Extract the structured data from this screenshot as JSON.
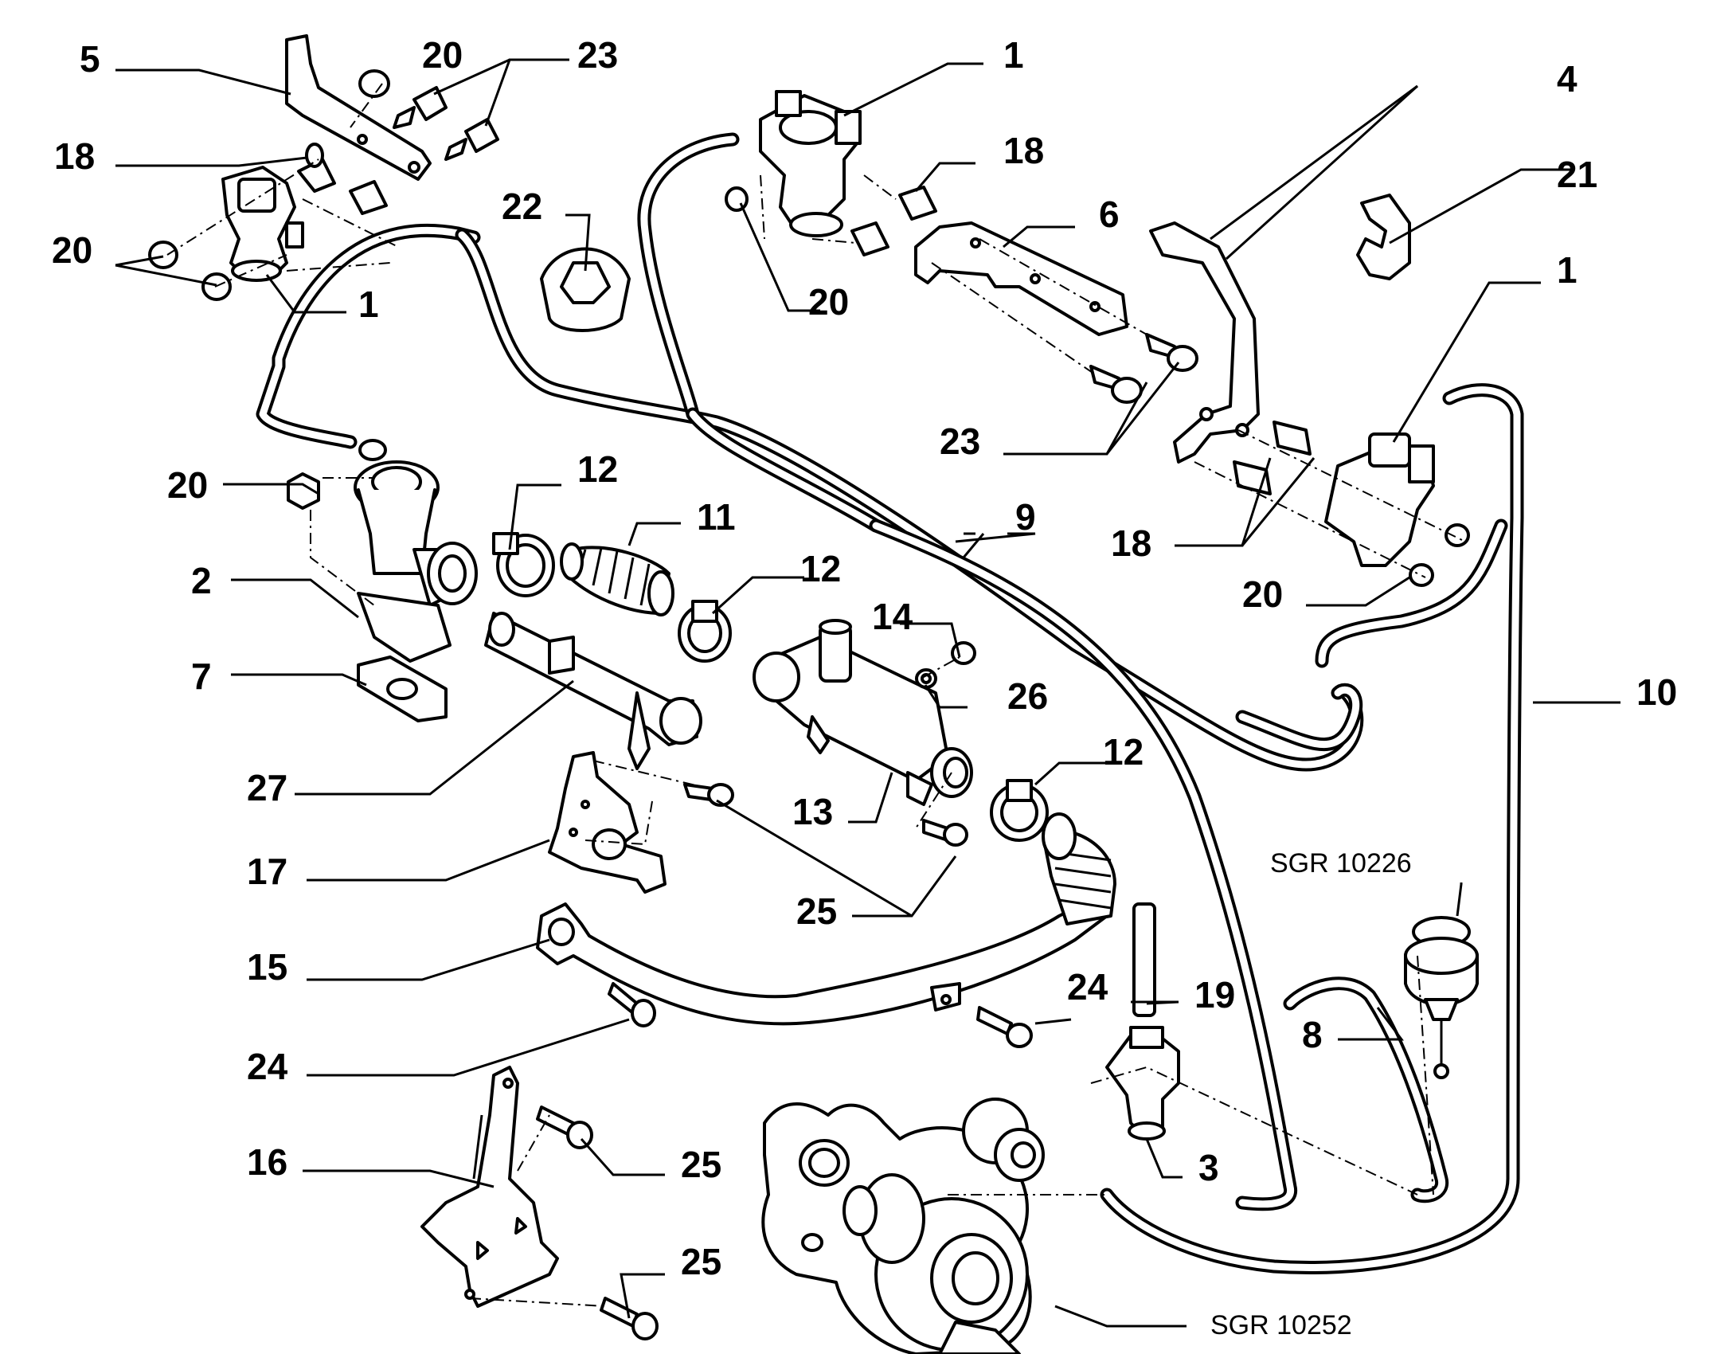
{
  "callouts": {
    "c5": "5",
    "c20a": "20",
    "c23a": "23",
    "c18a": "18",
    "c20b": "20",
    "c1a": "1",
    "c22": "22",
    "c1b": "1",
    "c18b": "18",
    "c6": "6",
    "c20c": "20",
    "c23b": "23",
    "c4": "4",
    "c21": "21",
    "c1c": "1",
    "c18c": "18",
    "c20d": "20",
    "c20e": "20",
    "c2": "2",
    "c7": "7",
    "c12a": "12",
    "c11": "11",
    "c12b": "12",
    "c9": "9",
    "c14": "14",
    "c26": "26",
    "c27": "27",
    "c13": "13",
    "c12c": "12",
    "c10": "10",
    "c17": "17",
    "c25a": "25",
    "c15": "15",
    "c24a": "24",
    "c19": "19",
    "c24b": "24",
    "c8": "8",
    "c16": "16",
    "c25b": "25",
    "c3": "3",
    "c25c": "25"
  },
  "references": {
    "sgr_10226": "SGR 10226",
    "sgr_10252": "SGR 10252"
  }
}
